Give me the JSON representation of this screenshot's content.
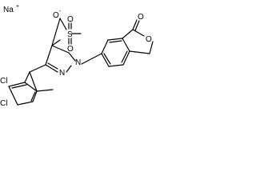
{
  "molecule": {
    "atoms": {
      "sodium": "Na",
      "sodium_charge": "+",
      "oxide": "O",
      "oxide_charge": "-",
      "sulfur": "S",
      "sulfonyl_oxygen_top": "O",
      "sulfonyl_oxygen_bottom": "O",
      "chlorine_top": "Cl",
      "chlorine_bottom": "Cl",
      "nitrogen_imine": "N",
      "nitrogen_amine": "N",
      "lactone_carbonyl_oxygen": "O",
      "lactone_ring_oxygen": "O"
    },
    "colors": {
      "bond": "#000000",
      "background": "#ffffff"
    }
  }
}
